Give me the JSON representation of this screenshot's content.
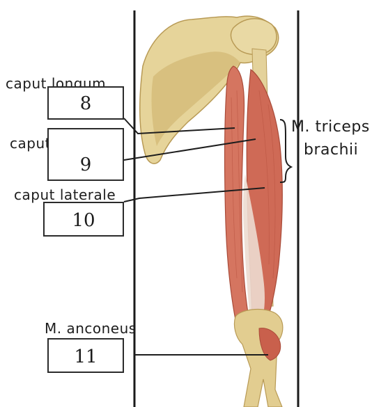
{
  "labels": [
    {
      "id": "caput-longum",
      "text": "caput longum",
      "number": "8"
    },
    {
      "id": "caput-mediale",
      "text": "caput mediale",
      "number": "9"
    },
    {
      "id": "caput-laterale",
      "text": "caput laterale",
      "number": "10"
    },
    {
      "id": "m-anconeus",
      "text": "M. anconeus",
      "number": "11"
    }
  ],
  "group_label": {
    "line1": "M. triceps",
    "line2": "brachii"
  },
  "colors": {
    "bone": "#e6d49a",
    "bone_shadow": "#c8ad62",
    "muscle": "#d57560",
    "muscle_dark": "#b8523f",
    "tendon": "#ecdcd0",
    "ink": "#1d1d1d"
  }
}
